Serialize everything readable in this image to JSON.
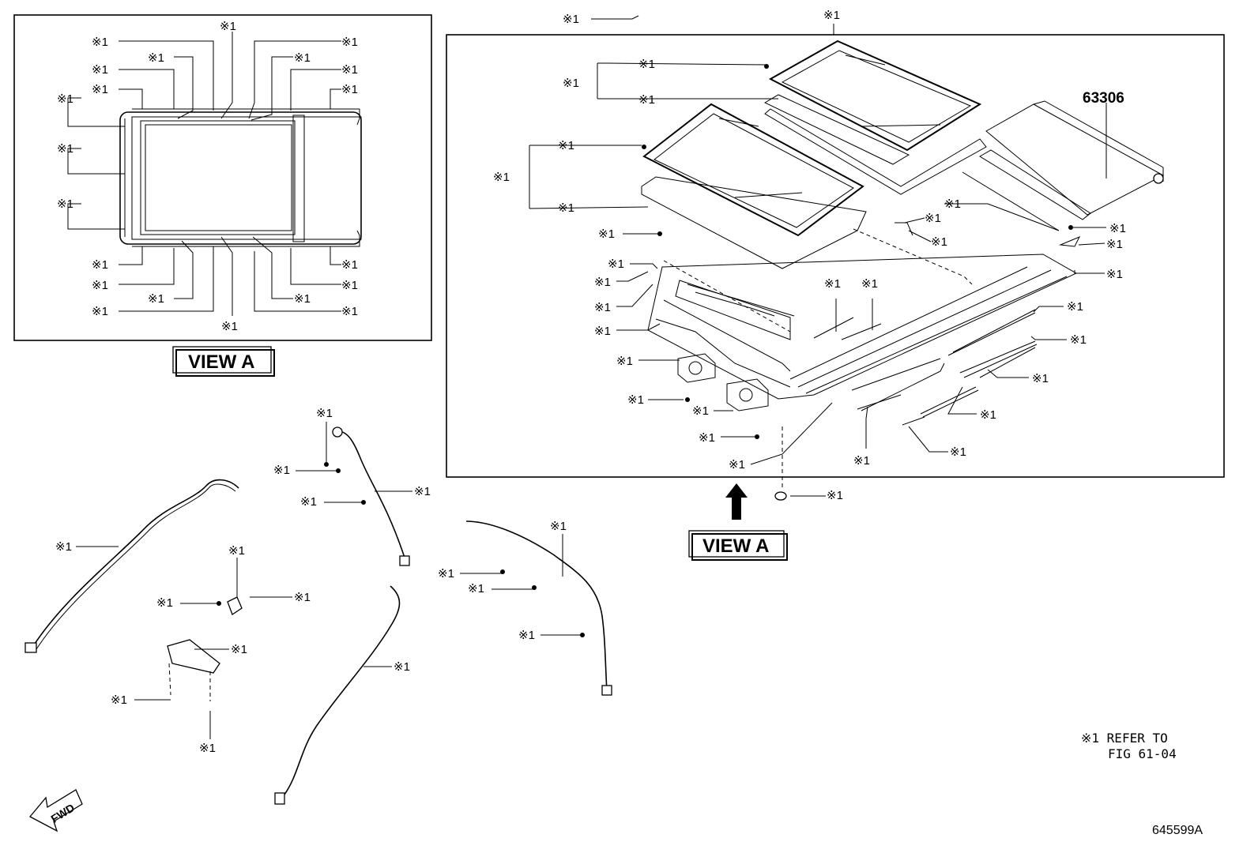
{
  "ref_mark": "※1",
  "part_number_63306": "63306",
  "view_a_title": "VIEW A",
  "view_a_pointer_label": "VIEW A",
  "note": {
    "line1": "※1 REFER TO",
    "line2": "FIG 61-04"
  },
  "figure_number": "645599A",
  "fwd_label": "FWD"
}
